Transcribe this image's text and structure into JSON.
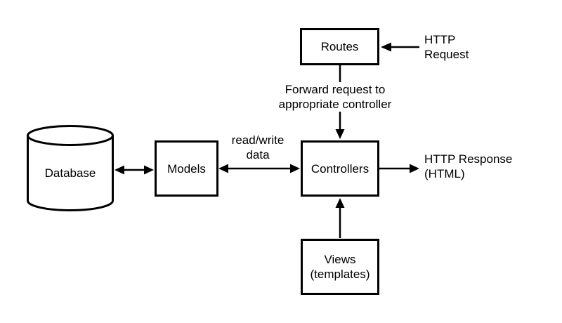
{
  "diagram": {
    "background_color": "#ffffff",
    "stroke_color": "#000000",
    "text_color": "#000000",
    "nodes": {
      "database": {
        "label": "Database",
        "shape": "cylinder"
      },
      "models": {
        "label": "Models",
        "shape": "rectangle"
      },
      "controllers": {
        "label": "Controllers",
        "shape": "rectangle"
      },
      "routes": {
        "label": "Routes",
        "shape": "rectangle"
      },
      "views": {
        "line1": "Views",
        "line2": "(templates)",
        "shape": "rectangle"
      }
    },
    "labels": {
      "http_request": {
        "line1": "HTTP",
        "line2": "Request"
      },
      "forward": {
        "line1": "Forward request to",
        "line2": "appropriate controller"
      },
      "read_write": {
        "line1": "read/write",
        "line2": "data"
      },
      "http_response": {
        "line1": "HTTP Response",
        "line2": "(HTML)"
      }
    },
    "edges": [
      {
        "from": "HTTP Request",
        "to": "Routes",
        "type": "arrow",
        "label": ""
      },
      {
        "from": "Routes",
        "to": "Controllers",
        "type": "arrow",
        "label": "Forward request to appropriate controller"
      },
      {
        "from": "Database",
        "to": "Models",
        "type": "double-arrow",
        "label": ""
      },
      {
        "from": "Models",
        "to": "Controllers",
        "type": "double-arrow",
        "label": "read/write data"
      },
      {
        "from": "Controllers",
        "to": "HTTP Response (HTML)",
        "type": "arrow",
        "label": ""
      },
      {
        "from": "Views",
        "to": "Controllers",
        "type": "arrow",
        "label": ""
      }
    ]
  }
}
